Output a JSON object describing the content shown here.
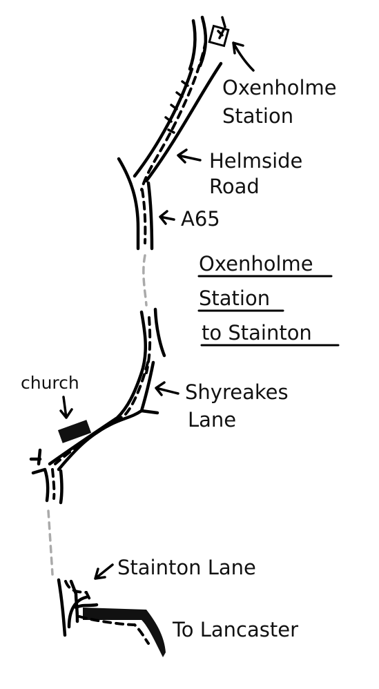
{
  "labels": {
    "station": [
      "Oxenholme",
      "Station"
    ],
    "helmside": [
      "Helmside",
      "Road"
    ],
    "a65": "A65",
    "church": "church",
    "shyreakes": [
      "Shyreakes",
      "Lane"
    ],
    "stainton_lane": "Stainton Lane",
    "to_lancaster": "To Lancaster"
  },
  "title": [
    "Oxenholme",
    "Station",
    "to Stainton"
  ],
  "colors": {
    "ink": "#111111",
    "gap": "#aaaaaa"
  }
}
